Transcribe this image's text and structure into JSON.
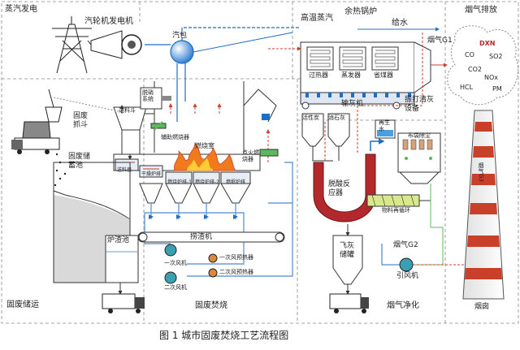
{
  "sections": {
    "steam_power": "蒸汽发电",
    "turbine_generator": "汽轮机发电机",
    "hp_steam": "高温蒸汽",
    "waste_heat_boiler": "余热锅炉",
    "feed_water": "给水",
    "flue_gas_emission": "烟气排放",
    "solid_waste_transport": "固废储运",
    "solid_waste_incineration": "固废焚烧",
    "flue_gas_cleaning": "烟气净化"
  },
  "equipment": {
    "steam_drum": "汽包",
    "flue_gas_g1": "烟气G1",
    "superheater": "过热器",
    "evaporator": "蒸发器",
    "economizer": "省煤器",
    "ash_conveyor": "输灰机",
    "rapping_cleaning": "振打清灰\n设备",
    "denitration": "脱硝\n系统",
    "feed_hopper": "进料斗",
    "grab_bucket": "固废\n抓斗",
    "storage_pit": "固废储\n蓄池",
    "aux_burner": "辅助燃烧器",
    "combustion_chamber": "燃烧室",
    "ignition_burner": "点火燃\n烧器",
    "activated_carbon": "活性炭",
    "limestone": "消石灰",
    "raw_water": "再生\n水",
    "bag_filter": "布袋除尘",
    "deacid_reactor": "脱酸反\n应器",
    "material_recycle": "物料再循环",
    "feeder_grate": "送料器",
    "dry_grate": "干燥炉排",
    "burn_grate_1": "燃烧炉排-1",
    "burn_grate_2": "燃烧炉排-2",
    "burnout_grate": "燃烬炉排",
    "slag_pool": "炉渣池",
    "slag_conveyor": "捞渣机",
    "primary_fan_1": "一次风机",
    "primary_fan_2": "二次风机",
    "primary_air_preheater": "一次风预热器",
    "secondary_air_preheater": "二次风预热器",
    "fly_ash_tank": "飞灰\n储罐",
    "flue_gas_g2": "烟气G2",
    "induced_fan": "引风机",
    "flue_gas_g3": "烟气G3",
    "chimney": "烟囱"
  },
  "pollutants": [
    "DXN",
    "CO",
    "SO2",
    "CO2",
    "NOx",
    "HCL",
    "PM"
  ],
  "caption": "图 1    城市固废焚烧工艺流程图",
  "colors": {
    "steam_blue": "#1e6fc4",
    "water_blue": "#4a9fe0",
    "air_line": "#6a9bd6",
    "flue_red": "#c8402a",
    "flame_orange": "#f07a1c",
    "reactor_red": "#b3282d",
    "fan_teal": "#3a9fb0",
    "green_accent": "#5cb85c",
    "dash_gray": "#888888"
  }
}
